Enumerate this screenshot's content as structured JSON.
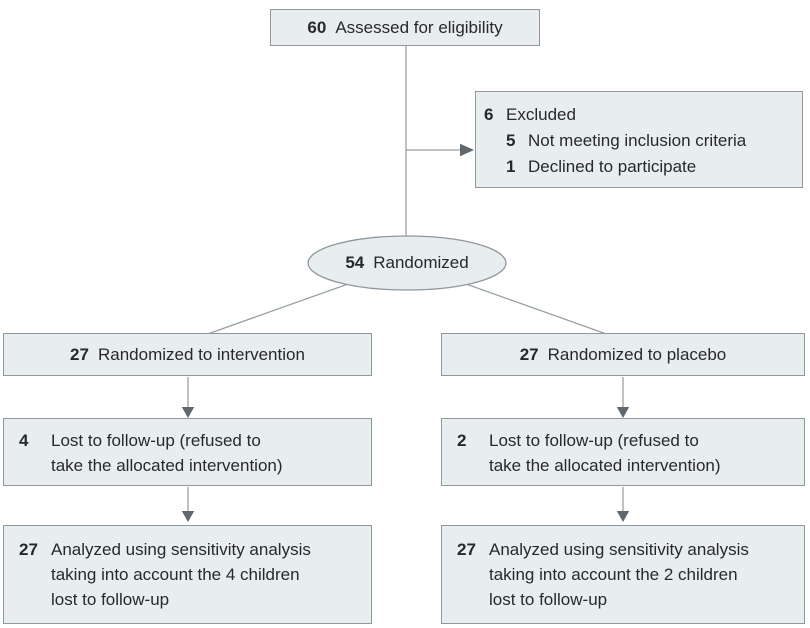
{
  "diagram_type": "consort-flow-chart",
  "nodes": {
    "assessed": {
      "number": "60",
      "label": "Assessed for eligibility"
    },
    "excluded": {
      "number": "6",
      "label": "Excluded",
      "sub_items": [
        {
          "number": "5",
          "label": "Not meeting inclusion criteria"
        },
        {
          "number": "1",
          "label": "Declined to participate"
        }
      ]
    },
    "randomized": {
      "number": "54",
      "label": "Randomized"
    },
    "arm_intervention": {
      "number": "27",
      "label": "Randomized to intervention"
    },
    "arm_placebo": {
      "number": "27",
      "label": "Randomized to placebo"
    },
    "lost_intervention": {
      "number": "4",
      "label": "Lost to follow-up (refused to take the allocated intervention)"
    },
    "lost_placebo": {
      "number": "2",
      "label": "Lost to follow-up (refused to take the allocated intervention)"
    },
    "analyzed_intervention": {
      "number": "27",
      "label": "Analyzed using sensitivity analysis taking into account the 4 children lost to follow-up"
    },
    "analyzed_placebo": {
      "number": "27",
      "label": "Analyzed using sensitivity analysis taking into account the 2 children lost to follow-up"
    }
  },
  "colors": {
    "box_fill": "#e8edf0",
    "box_border": "#8e989d",
    "line": "#98a1a6",
    "arrowhead": "#5f686e",
    "text": "#262a2c"
  }
}
